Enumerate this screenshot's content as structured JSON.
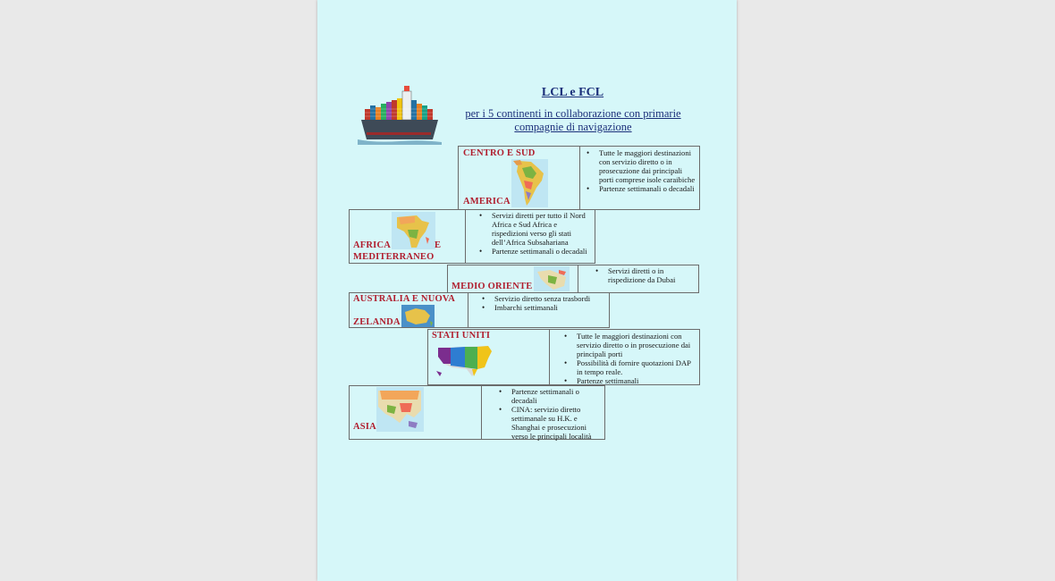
{
  "document": {
    "title": "LCL e FCL",
    "subtitle": "per i 5 continenti in collaborazione con primarie compagnie di navigazione"
  },
  "regions": {
    "centro_sud_america": {
      "label_top": "CENTRO E SUD",
      "label_bottom": "AMERICA",
      "bullets": [
        "Tutte le maggiori destinazioni con servizio diretto o in prosecuzione dai principali porti comprese isole caraibiche",
        "Partenze settimanali o decadali"
      ]
    },
    "africa_mediterraneo": {
      "label_left": "AFRICA",
      "label_right": "E",
      "label_bottom": "MEDITERRANEO",
      "bullets": [
        "Servizi diretti per tutto il Nord Africa e Sud Africa e rispedizioni verso gli stati dell’Africa Subsahariana",
        "Partenze settimanali o decadali"
      ]
    },
    "medio_oriente": {
      "label": "MEDIO ORIENTE",
      "bullets": [
        "Servizi diretti o in rispedizione da Dubai"
      ]
    },
    "australia": {
      "label_top": "AUSTRALIA E NUOVA",
      "label_bottom": "ZELANDA",
      "bullets": [
        "Servizio diretto senza trasbordi",
        "Imbarchi settimanali"
      ]
    },
    "stati_uniti": {
      "label": "STATI UNITI",
      "bullets": [
        "Tutte le maggiori destinazioni con servizio diretto o in prosecuzione dai principali porti",
        "Possibilità di fornire quotazioni DAP in tempo reale.",
        "Partenze settimanali"
      ]
    },
    "asia": {
      "label": "ASIA",
      "bullets": [
        "Partenze settimanali o decadali",
        "CINA:  servizio diretto settimanale su H.K. e Shanghai e prosecuzioni verso le principali località"
      ]
    }
  },
  "colors": {
    "page_background": "#d6f7f9",
    "viewer_background": "#e9e9e9",
    "heading_blue": "#1b2f7a",
    "region_red": "#b01e2e"
  }
}
